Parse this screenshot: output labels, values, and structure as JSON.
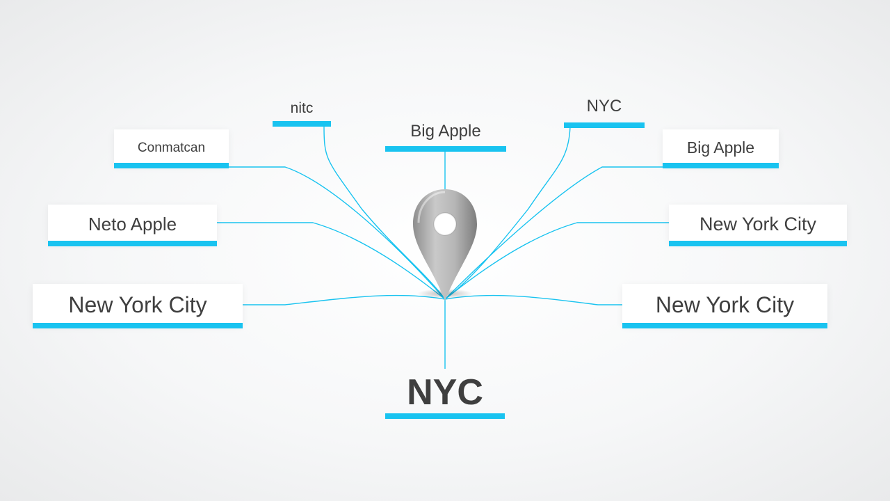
{
  "accent_color": "#19c3f0",
  "center_pin": {
    "icon": "map-pin-icon"
  },
  "labels": [
    {
      "id": "nitc",
      "text": "nitc"
    },
    {
      "id": "big-apple-top",
      "text": "Big Apple"
    },
    {
      "id": "nyc-top",
      "text": "NYC"
    },
    {
      "id": "conmatcan",
      "text": "Conmatcan"
    },
    {
      "id": "big-apple-right",
      "text": "Big Apple"
    },
    {
      "id": "neto-apple",
      "text": "Neto Apple"
    },
    {
      "id": "new-york-city-right-upper",
      "text": "New York City"
    },
    {
      "id": "new-york-city-left",
      "text": "New York City"
    },
    {
      "id": "new-york-city-right-lower",
      "text": "New York City"
    },
    {
      "id": "nyc-bottom",
      "text": "NYC"
    }
  ]
}
